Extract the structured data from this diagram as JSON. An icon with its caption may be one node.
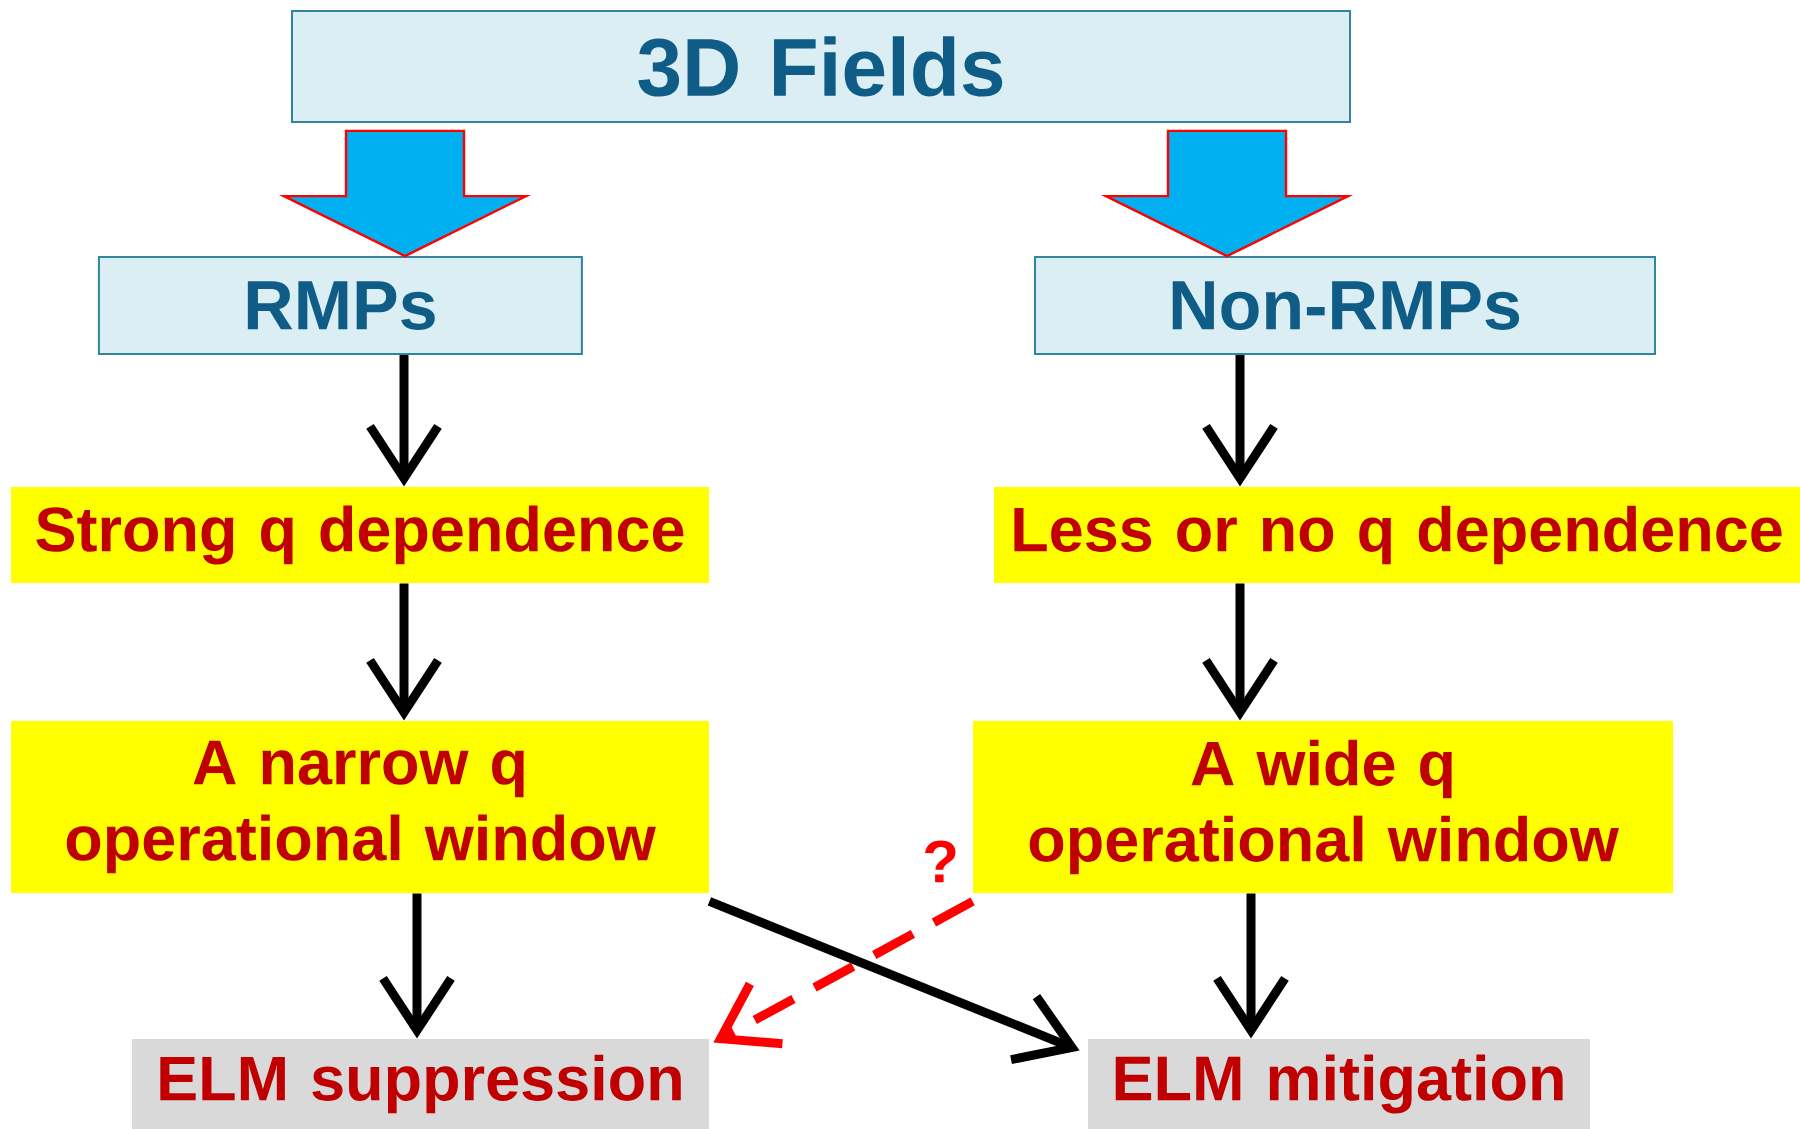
{
  "diagram": {
    "nodes": [
      {
        "text": [
          "3D Fields"
        ]
      },
      {
        "text": [
          "RMPs"
        ]
      },
      {
        "text": [
          "Non-RMPs"
        ]
      },
      {
        "text": [
          "Strong q dependence"
        ]
      },
      {
        "text": [
          "Less or no q dependence"
        ]
      },
      {
        "text": [
          "A narrow q operational window"
        ]
      },
      {
        "text": [
          "A wide q operational window"
        ]
      },
      {
        "text": [
          "ELM suppression"
        ]
      },
      {
        "text": [
          "ELM mitigation"
        ]
      }
    ],
    "edges": [
      {
        "from": 0,
        "to": 1,
        "arrow": "to",
        "style": "thick",
        "color": "#00b0f0"
      },
      {
        "from": 0,
        "to": 2,
        "arrow": "to",
        "style": "thick",
        "color": "#00b0f0"
      },
      {
        "from": 1,
        "to": 3,
        "arrow": "to"
      },
      {
        "from": 3,
        "to": 5,
        "arrow": "to"
      },
      {
        "from": 2,
        "to": 4,
        "arrow": "to"
      },
      {
        "from": 4,
        "to": 6,
        "arrow": "to"
      },
      {
        "from": 5,
        "to": 7,
        "arrow": "to"
      },
      {
        "from": 6,
        "to": 8,
        "arrow": "to"
      },
      {
        "from": 5,
        "to": 8,
        "arrow": "to"
      },
      {
        "from": 6,
        "to": 7,
        "arrow": "to",
        "style": "dashed",
        "color": "#ff0000",
        "label": "?"
      }
    ]
  }
}
